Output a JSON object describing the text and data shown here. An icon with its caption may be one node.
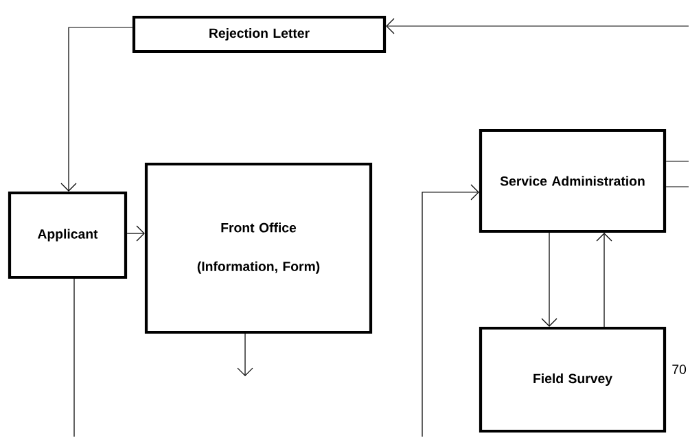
{
  "diagram": {
    "nodes": [
      {
        "text": [
          "Rejection Letter"
        ]
      },
      {
        "text": [
          "Applicant"
        ]
      },
      {
        "text": [
          "Front Office",
          "(Information, Form)"
        ]
      },
      {
        "text": [
          "Service Administration"
        ]
      },
      {
        "text": [
          "Field Survey"
        ]
      }
    ],
    "edges": [
      {
        "from": null,
        "to": 0,
        "arrow": "to"
      },
      {
        "from": 0,
        "to": 1,
        "arrow": "to"
      },
      {
        "from": 1,
        "to": 2,
        "arrow": "to"
      },
      {
        "from": 2,
        "to": null,
        "arrow": "to"
      },
      {
        "from": 1,
        "to": null,
        "arrow": "none"
      },
      {
        "from": null,
        "to": 3,
        "arrow": "to"
      },
      {
        "from": 3,
        "to": 4,
        "arrow": "to"
      },
      {
        "from": 4,
        "to": 3,
        "arrow": "to"
      },
      {
        "from": 3,
        "to": null,
        "arrow": "none"
      },
      {
        "from": 3,
        "to": null,
        "arrow": "none"
      }
    ],
    "labels": [
      "70"
    ]
  }
}
